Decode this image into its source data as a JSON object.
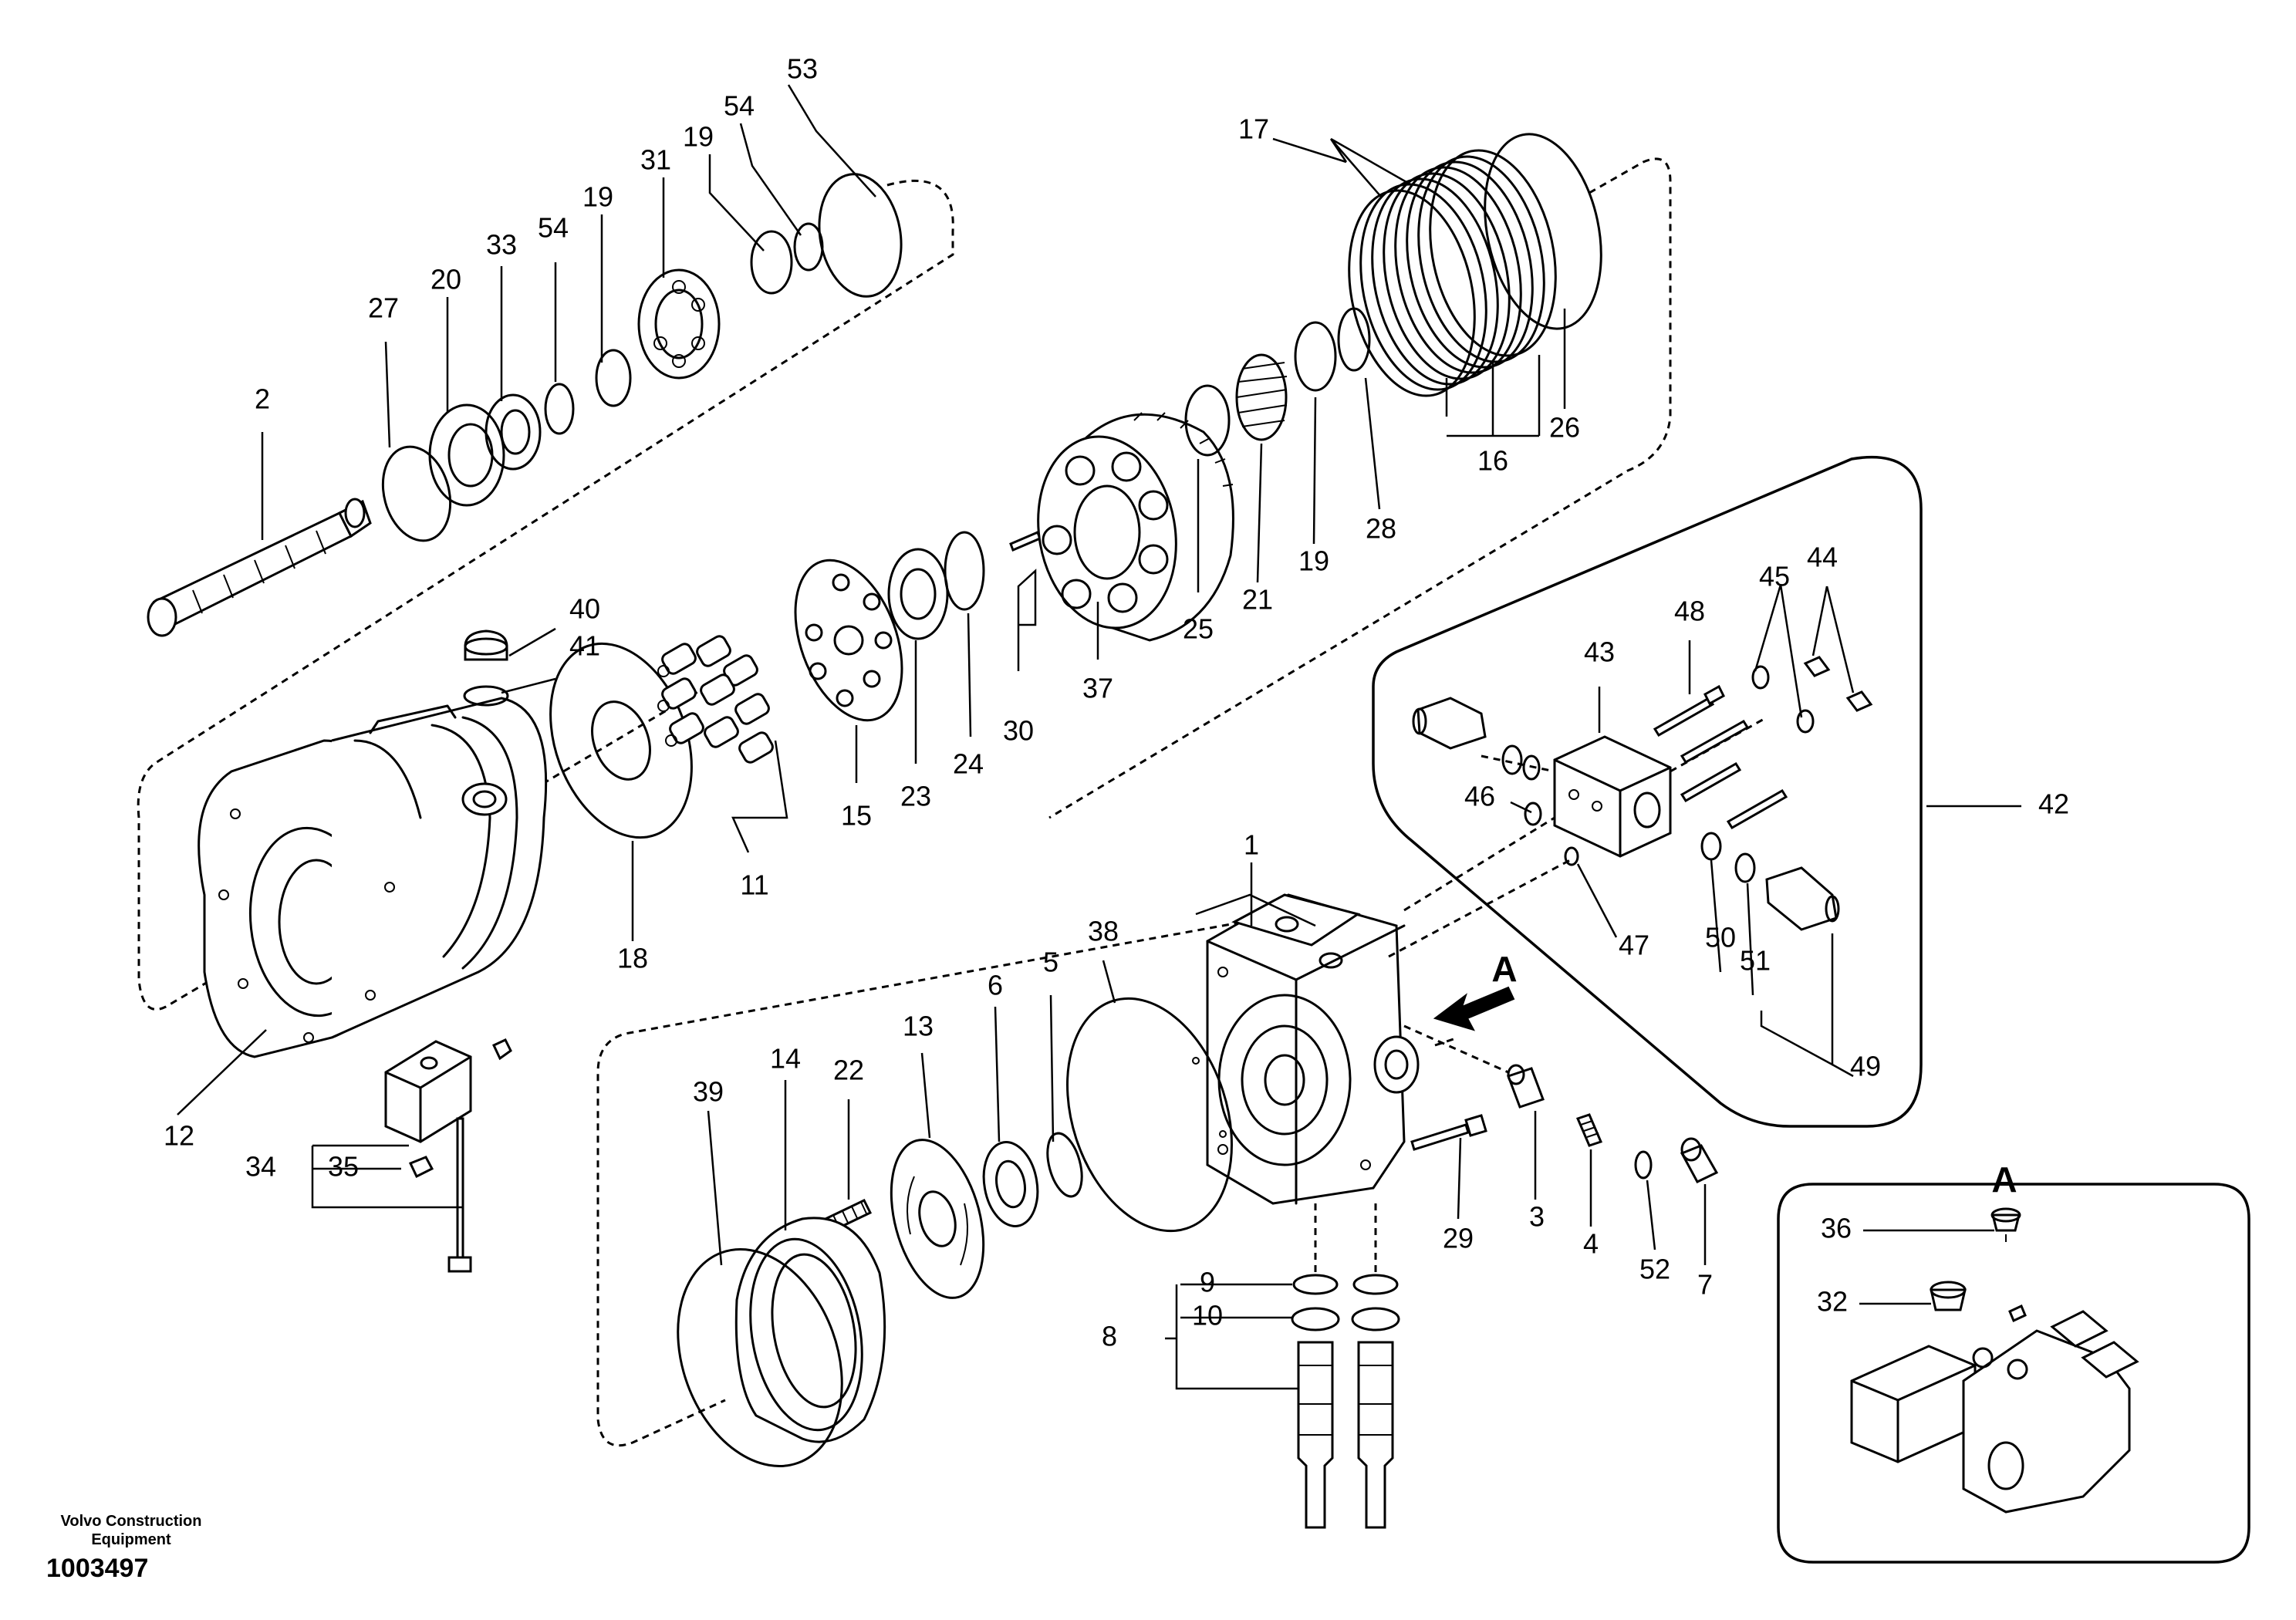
{
  "labels": {
    "p1": "1",
    "p2": "2",
    "p3": "3",
    "p4": "4",
    "p5": "5",
    "p6": "6",
    "p7": "7",
    "p8": "8",
    "p9": "9",
    "p10": "10",
    "p11": "11",
    "p12": "12",
    "p13": "13",
    "p14": "14",
    "p15": "15",
    "p16": "16",
    "p17": "17",
    "p18": "18",
    "p19a": "19",
    "p19b": "19",
    "p19c": "19",
    "p20": "20",
    "p21": "21",
    "p22": "22",
    "p23": "23",
    "p24": "24",
    "p25": "25",
    "p26": "26",
    "p27": "27",
    "p28": "28",
    "p29": "29",
    "p30": "30",
    "p31": "31",
    "p32": "32",
    "p33": "33",
    "p34": "34",
    "p35": "35",
    "p36": "36",
    "p37": "37",
    "p38": "38",
    "p39": "39",
    "p40": "40",
    "p41": "41",
    "p42": "42",
    "p43": "43",
    "p44": "44",
    "p45": "45",
    "p46": "46",
    "p47": "47",
    "p48": "48",
    "p49": "49",
    "p50": "50",
    "p51": "51",
    "p52": "52",
    "p53": "53",
    "p54a": "54",
    "p54b": "54"
  },
  "view_marker": "A",
  "detail_view_title": "A",
  "footer": {
    "brand_line1": "Volvo Construction",
    "brand_line2": "Equipment",
    "drawing_number": "1003497"
  }
}
